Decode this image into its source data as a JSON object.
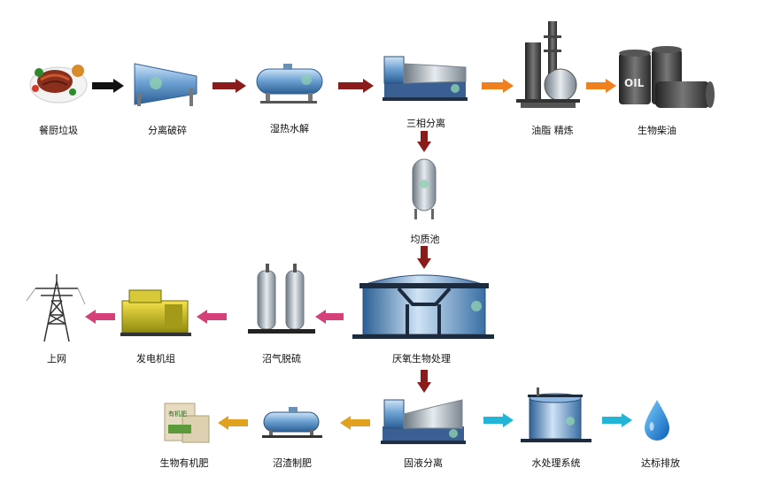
{
  "colors": {
    "arrow_black": "#111111",
    "arrow_darkred": "#8b1a1a",
    "arrow_orange": "#f07f1e",
    "arrow_magenta": "#d6407a",
    "arrow_gold": "#e0a020",
    "arrow_cyan": "#22b5d8",
    "equip_blue": "#5a8fc4",
    "equip_dark": "#2a3d5c",
    "steel": "#9aa6b2",
    "water_drop": "#1c7fd6"
  },
  "nodes": {
    "kitchen_waste": {
      "label": "餐厨垃圾",
      "icon": "food-plate-icon"
    },
    "crushing": {
      "label": "分离破碎",
      "icon": "crusher-icon"
    },
    "hydrolysis": {
      "label": "湿热水解",
      "icon": "horizontal-tank-icon"
    },
    "three_phase": {
      "label": "三相分离",
      "icon": "decanter-centrifuge-icon"
    },
    "refining": {
      "label": "油脂 精炼",
      "icon": "refinery-tower-icon"
    },
    "biodiesel": {
      "label": "生物柴油",
      "icon": "oil-barrels-icon",
      "barrel_text": "OIL"
    },
    "equalization": {
      "label": "均质池",
      "icon": "vertical-tank-icon"
    },
    "anaerobic": {
      "label": "厌氧生物处理",
      "icon": "anaerobic-digester-icon"
    },
    "desulfurization": {
      "label": "沼气脱硫",
      "icon": "twin-tower-icon"
    },
    "generator": {
      "label": "发电机组",
      "icon": "generator-set-icon"
    },
    "grid": {
      "label": "上网",
      "icon": "power-tower-icon"
    },
    "solid_liquid": {
      "label": "固液分离",
      "icon": "screw-separator-icon"
    },
    "water_treatment": {
      "label": "水处理系统",
      "icon": "water-tank-icon"
    },
    "discharge": {
      "label": "达标排放",
      "icon": "water-drop-icon"
    },
    "residue": {
      "label": "沼渣制肥",
      "icon": "compost-tank-icon"
    },
    "fertilizer": {
      "label": "生物有机肥",
      "icon": "fertilizer-bags-icon",
      "bag_text": "有机肥"
    }
  }
}
